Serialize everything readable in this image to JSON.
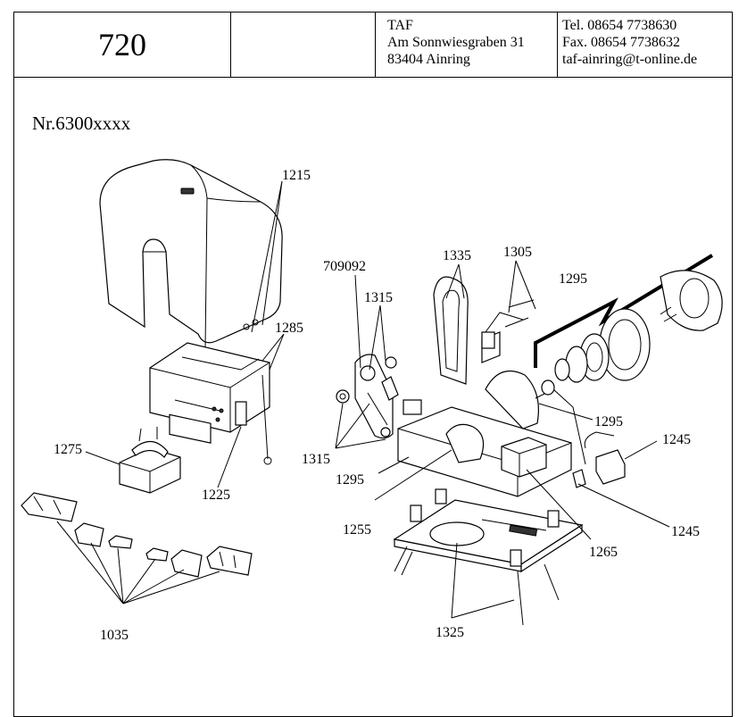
{
  "header": {
    "page_number": "720",
    "company": "TAF",
    "street": "Am Sonnwiesgraben 31",
    "city": "83404 Ainring",
    "tel": "Tel.   08654 7738630",
    "fax": "Fax.  08654 7738632",
    "email": "taf-ainring@t-online.de"
  },
  "model_number": "Nr.6300xxxx",
  "part_labels": {
    "p1215": "1215",
    "p1285": "1285",
    "p1275": "1275",
    "p1225": "1225",
    "p1035": "1035",
    "p709092": "709092",
    "p1315a": "1315",
    "p1315b": "1315",
    "p1335": "1335",
    "p1305": "1305",
    "p1295a": "1295",
    "p1295b": "1295",
    "p1295c": "1295",
    "p1245a": "1245",
    "p1245b": "1245",
    "p1255": "1255",
    "p1265": "1265",
    "p1325": "1325"
  }
}
